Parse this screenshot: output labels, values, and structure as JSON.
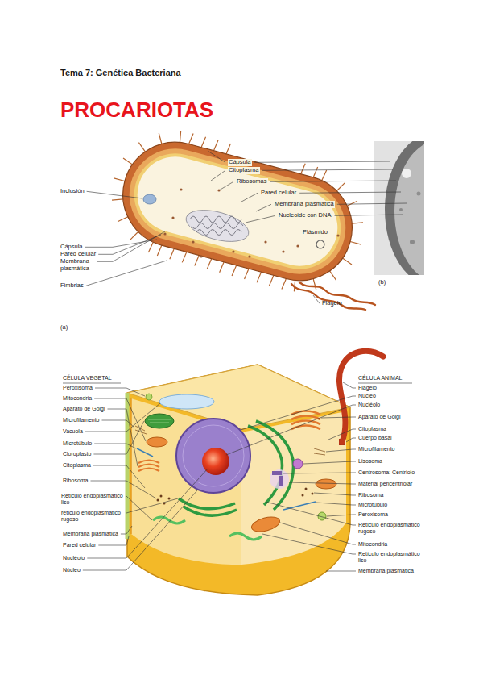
{
  "diagram": {
    "title": "PROCARIOTAS",
    "labels": [
      "Tema 7: Genética Bacteriana",
      "Cápsula",
      "Citoplasma",
      "Ribosomas",
      "Pared celular",
      "Membrana plasmática",
      "Nucleoide con DNA",
      "Inclusión",
      "Plásmido",
      "Cápsula",
      "Pared celular",
      "Membrana plasmática",
      "Fimbrias",
      "Flagelo",
      "(b)",
      "(a)",
      "CÉLULA VEGETAL",
      "Peroxisoma",
      "Mitocondria",
      "Aparato de Golgi",
      "Microfilamento",
      "Vacuola",
      "Microtúbulo",
      "Cloroplasto",
      "Citoplasma",
      "Ribosoma",
      "Retículo endoplasmático liso",
      "retículo endoplasmático rugoso",
      "Membrana plasmática",
      "Pared celular",
      "Nucléolo",
      "Núcleo",
      "CÉLULA ANIMAL",
      "Flagelo",
      "Núcleo",
      "Nucléolo",
      "Aparato de Golgi",
      "Citoplasma",
      "Cuerpo basal",
      "Microfilamento",
      "Lisosoma",
      "Centrosoma: Centriolo",
      "Material pericentriolar",
      "Ribosoma",
      "Microtúbulo",
      "Peroxisoma",
      "Retículo endoplasmático rugoso",
      "Mitocondria",
      "Retículo endoplasmático liso",
      "Membrana plasmática"
    ]
  }
}
